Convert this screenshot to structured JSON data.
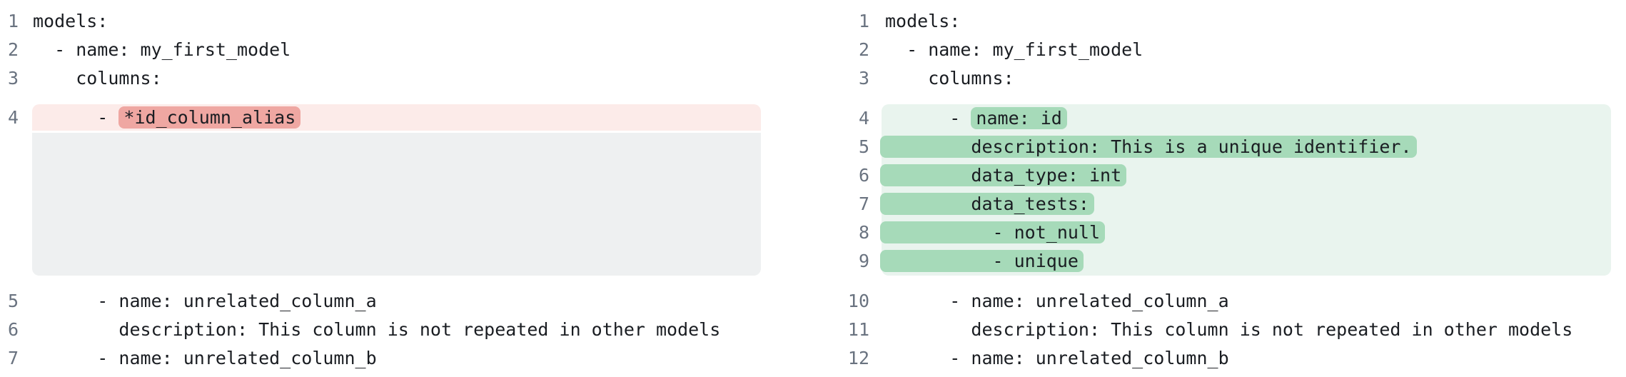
{
  "colors": {
    "removed_row_bg": "#fcebe9",
    "removed_token_bg": "#efa7a2",
    "added_block_bg": "#e9f4ee",
    "added_token_bg": "#a6dab9",
    "collapsed_filler_bg": "#eef0f1",
    "line_number": "#6a7380",
    "code_text": "#1a1d22"
  },
  "left": {
    "lines": [
      {
        "n": "1",
        "text": "models:"
      },
      {
        "n": "2",
        "text": "  - name: my_first_model"
      },
      {
        "n": "3",
        "text": "    columns:"
      },
      {
        "n": "4",
        "pre": "      - ",
        "token": "*id_column_alias"
      },
      {
        "n": "5",
        "text": "      - name: unrelated_column_a"
      },
      {
        "n": "6",
        "text": "        description: This column is not repeated in other models"
      },
      {
        "n": "7",
        "text": "      - name: unrelated_column_b"
      }
    ]
  },
  "right": {
    "lines": [
      {
        "n": "1",
        "text": "models:"
      },
      {
        "n": "2",
        "text": "  - name: my_first_model"
      },
      {
        "n": "3",
        "text": "    columns:"
      },
      {
        "n": "4",
        "pre": "      - ",
        "token": "name: id"
      },
      {
        "n": "5",
        "token": "        description: This is a unique identifier."
      },
      {
        "n": "6",
        "token": "        data_type: int"
      },
      {
        "n": "7",
        "token": "        data_tests:"
      },
      {
        "n": "8",
        "token": "          - not_null"
      },
      {
        "n": "9",
        "token": "          - unique"
      },
      {
        "n": "10",
        "text": "      - name: unrelated_column_a"
      },
      {
        "n": "11",
        "text": "        description: This column is not repeated in other models"
      },
      {
        "n": "12",
        "text": "      - name: unrelated_column_b"
      }
    ]
  }
}
